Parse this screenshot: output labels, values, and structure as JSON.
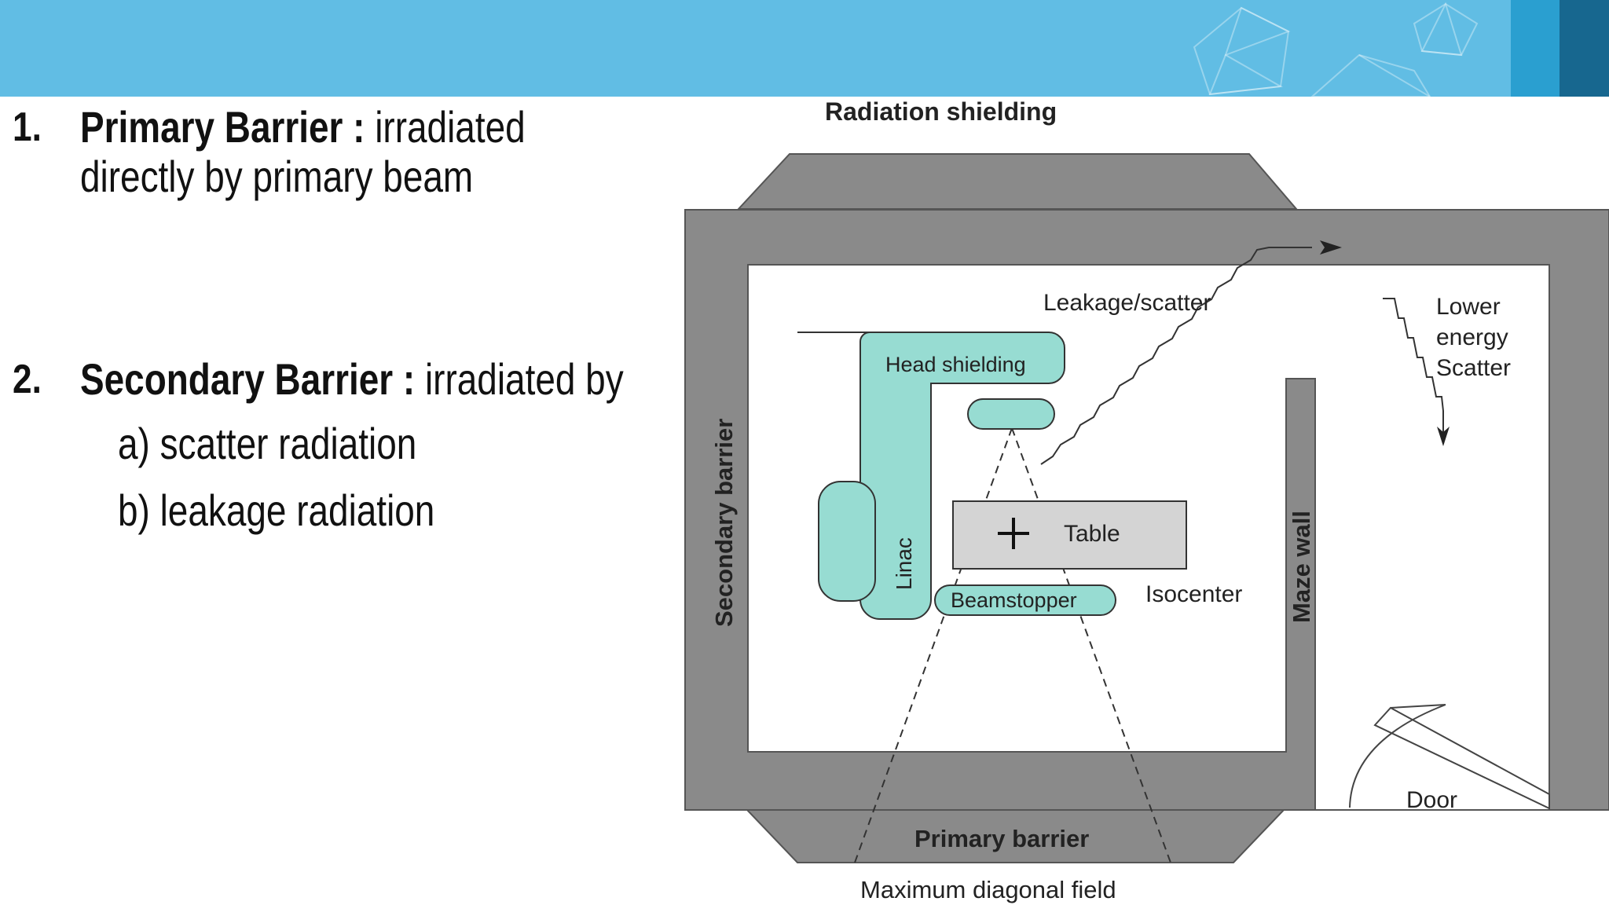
{
  "slide": {
    "items": [
      {
        "number": "1.",
        "term": "Primary Barrier :",
        "rest": " irradiated",
        "line2": "directly by primary beam"
      },
      {
        "number": "2.",
        "term": "Secondary Barrier :",
        "rest": " irradiated by"
      }
    ],
    "sub_items": [
      "a) scatter radiation",
      "b) leakage radiation"
    ]
  },
  "diagram": {
    "title": "Radiation shielding",
    "labels": {
      "secondary_barrier": "Secondary barrier",
      "maze_wall": "Maze wall",
      "primary_barrier": "Primary barrier",
      "max_diagonal_field": "Maximum diagonal field",
      "leakage_scatter": "Leakage/scatter",
      "lower_energy_1": "Lower",
      "lower_energy_2": "energy",
      "lower_energy_3": "Scatter",
      "head_shielding": "Head shielding",
      "linac": "Linac",
      "beamstopper": "Beamstopper",
      "table": "Table",
      "isocenter": "Isocenter",
      "door": "Door"
    },
    "colors": {
      "wall": "#8a8a8a",
      "linac": "#97dcd2",
      "table": "#d4d4d4",
      "header": "#61bde4"
    }
  }
}
